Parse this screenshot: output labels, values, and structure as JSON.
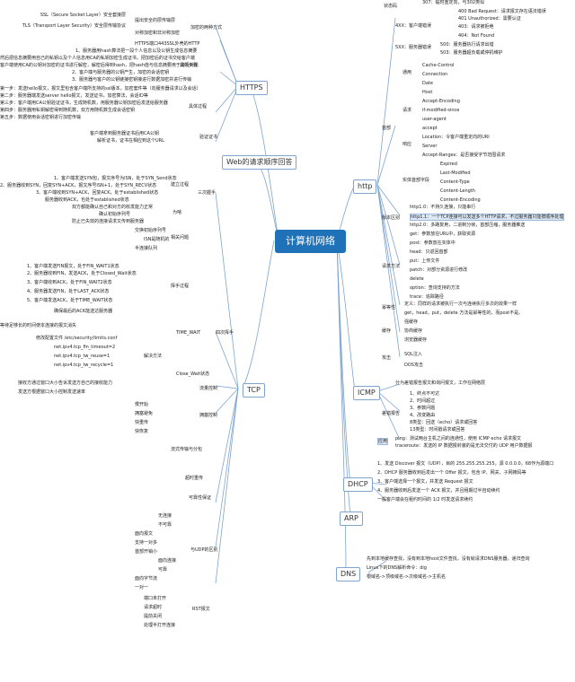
{
  "root": "计算机网络",
  "topics": {
    "https": "HTTPS",
    "order": "Web的请求顺序回答",
    "tcp": "TCP",
    "http": "http",
    "icmp": "ICMP",
    "dhcp": "DHCP",
    "arp": "ARP",
    "dns": "DNS"
  },
  "https": {
    "ssl": "SSL（Secure Socket Layer）安全套接层",
    "tls": "TLS（Transport Layer Security）安全层传输协议",
    "sec": "提出安全的层传输层",
    "diff": "加密的两种方式",
    "sym": "对称加密和非对称加密",
    "port": "HTTPS端口443SSL外壳的HTTP",
    "d1": "1、服务器用hash算法把一段个人信息以及公钥生成信息摘要",
    "d2": "然后把信息摘要用自己的私钥以及个人信息用CA的私钥加密生成证书，把加密后的证书交给客户端",
    "d3": "客户端使用CA的公钥对加密的证书进行解密，解密后得到hash，把hash值与信息摘要用于进行对比",
    "d4": "2、客户端与服务器的公钥产生，加密的会话密钥",
    "d5": "3、服务器与客户的公钥链接密钥接进行数据加密并进行传输",
    "proc": "具体步骤",
    "e1": "第一步：发送hello报文，报文里包含客户端所支持的ssl版本，加密套件等（向服务器请求以及会话）",
    "e2": "第二步：服务器端发送server hello报文，发送证书，加密算法，会话ID等",
    "e3": "第三步：客户端用CA公钥验证证书，生成随机数，用服务器公钥加密后发送给服务器",
    "e4": "第四步：服务器用私钥解密得到随机数，双方用随机数生成会话密钥",
    "e5": "第五步：数据使用会话密钥进行加密传输",
    "steps": "具体过程",
    "c1": "客户端拿到服务器证书后用CA公钥",
    "c2": "解析证书，证书在相应到这个URL",
    "cert": "验证证书"
  },
  "tcp": {
    "three": "三次握手",
    "build": "建立过程",
    "s1": "1、客户端发送SYN包，报文序号为ISN，处于SYN_Send状态",
    "s2": "2、服务器收到SYN，回复SYN+ACK，报文序号ISN+1，处于SYN_RECV状态",
    "s3": "3、客户端收到SYN+ACK，回复ACK，处于established状态",
    "s4": "服务器收到ACK，也处于established状态",
    "why": "为啥",
    "w1": "双方都能确认自己和对方的收发能力正常",
    "w2": "确认初始序列号",
    "w3": "防止已失效的连接请求又传到服务器",
    "rel": "相关问题",
    "r1": "交换初始序列号",
    "r2": "ISN是随机的",
    "r3": "半连接队列",
    "four": "四次挥手",
    "close": "挥手过程",
    "f1": "1、客户端发送FIN报文，处于FIN_WAIT1状态",
    "f2": "2、服务器收到FIN，发送ACK，处于Closed_Wait状态",
    "f3": "3、客户端收到ACK，处于FIN_WAIT2状态",
    "f4": "4、服务器发送FIN，处于LAST_ACK状态",
    "f5": "5、客户端发送ACK，处于TIME_WAIT状态",
    "tw": "TIME_WAIT",
    "t1": "确保最后的ACK能送达服务器",
    "t2": "等待足够长的时间使本连接的报文消失",
    "t3": "修改配置文件 /etc/security/limits.conf",
    "t4": "net.ipv4.tcp_fin_timeout=2",
    "t5": "net.ipv4.tcp_tw_reuse=1",
    "t6": "net.ipv4.tcp_tw_recycle=1",
    "solve": "解决方法",
    "cw": "Close_Wait状态",
    "flow": "流量控制",
    "fl1": "接收方通过窗口大小告诉发送方自己的接收能力",
    "fl2": "发送方根据窗口大小控制发送速率",
    "cc": "拥塞控制",
    "cc1": "慢开始",
    "cc2": "拥塞避免",
    "cc3": "快重传",
    "cc4": "快恢复",
    "seq": "流式传输与分包",
    "rt": "超时重传",
    "rel2": "可靠性保证",
    "lim": "与UDP的区别",
    "u1": "无连接",
    "u2": "不可靠",
    "u3": "面向报文",
    "u4": "支持一对多",
    "u5": "首部开销小",
    "t_1": "面向连接",
    "t_2": "可靠",
    "t_3": "面向字节流",
    "t_4": "一对一",
    "rst": "RST报文",
    "rs1": "端口未打开",
    "rs2": "请求超时",
    "rs3": "提前关闭",
    "rs4": "处理半打开连接"
  },
  "http": {
    "status": "状态码",
    "sc1": "307：临时重定向，与302类似",
    "xx4": "4XX：客户端错误",
    "sc400": "400 Bad Request：请求报文存在语法错误",
    "sc401": "401 Unauthorized：需要认证",
    "sc403": "403：请求被拒绝",
    "sc404": "404：Not Found",
    "xx5": "5XX：服务器错误",
    "sc500": "500：服务器执行请求出错",
    "sc503": "503：服务器超负载或停机维护",
    "headers": "首部",
    "general": "通用",
    "g1": "Cache-Control",
    "g2": "Connection",
    "g3": "Date",
    "req": "请求",
    "q1": "Host",
    "q2": "Accept-Encoding",
    "q3": "if-modified-since",
    "q4": "user-agent",
    "q5": "accept",
    "resp": "响应",
    "p1": "Location：令客户端重定向的URI",
    "p2": "Server",
    "p3": "Accept-Ranges：是否接受字节范围请求",
    "ent": "实体首部字段",
    "n1": "Expired",
    "n2": "Last-Modified",
    "n3": "Content-Type",
    "n4": "Content-Length",
    "n5": "Content-Encoding",
    "ver": "版本区别",
    "v1": "http1.0：不持久连接，只能串行",
    "v2": "http1.1：一个TCP连接可以发送多个HTTP请求，不过服务器只能按顺序处理",
    "v3": "http2.0：多路复用，二进制分帧，首部压缩，服务器推送",
    "methods": "请求方法",
    "m1": "get：参数放在URL中，获取资源",
    "m2": "post：参数放在实体中",
    "m3": "head：只返回首部",
    "m4": "put：上传文件",
    "m5": "patch：对部分资源进行修改",
    "m6": "delete",
    "m7": "option：查询支持的方法",
    "m8": "trace：追踪路径",
    "idem": "幂等性",
    "i1": "定义：同样的请求被执行一次与连续执行多次的效果一样",
    "i2": "get，head，put，delete 方法是幂等性的，而post不是。",
    "cache": "缓存",
    "k1": "强缓存",
    "k2": "协商缓存",
    "k3": "浏览器缓存",
    "sec": "攻击",
    "a1": "SQL注入",
    "a2": "DOS攻击"
  },
  "icmp": {
    "desc": "分为差错报告报文和询问报文，工作在网络层",
    "err": "差错报告",
    "e1": "1、终点不可达",
    "e2": "2、时间超过",
    "e3": "3、参数问题",
    "e4": "4、改变路由",
    "e5": "8类型：回送（echo）请求或回答",
    "e6": "13类型：时间戳请求或回答",
    "app": "应用",
    "p1": "ping：测试两台主机之间的连通性，使用 ICMP echo 请求报文",
    "p2": "traceroute：发送的 IP 数据报封装的是无法交付的 UDP 用户数据报"
  },
  "dhcp": {
    "d1": "1、发送 Discover 报文（UDP），目的 255.255.255.255，源 0.0.0.0，68作为源端口",
    "d2": "2、DHCP 服务器收到后发出一个 Offer 报文，包含 IP、网关、子网掩码等",
    "d3": "3、客户端选择一个报文，并发送 Request 报文",
    "d4": "4、服务器收到后发送一个 ACK 报文，并且租期过半自动续约",
    "d5": "一般客户端会在租约时间的 1/2 时发送请求续约"
  },
  "dns": {
    "d1": "先到本地缓存查找，没有到本地host文件查找，没有就请求DNS服务器，递归查询",
    "d2": "Linux下的DNS解析命令：dig",
    "d3": "根域名->顶级域名->次级域名->主机名"
  }
}
